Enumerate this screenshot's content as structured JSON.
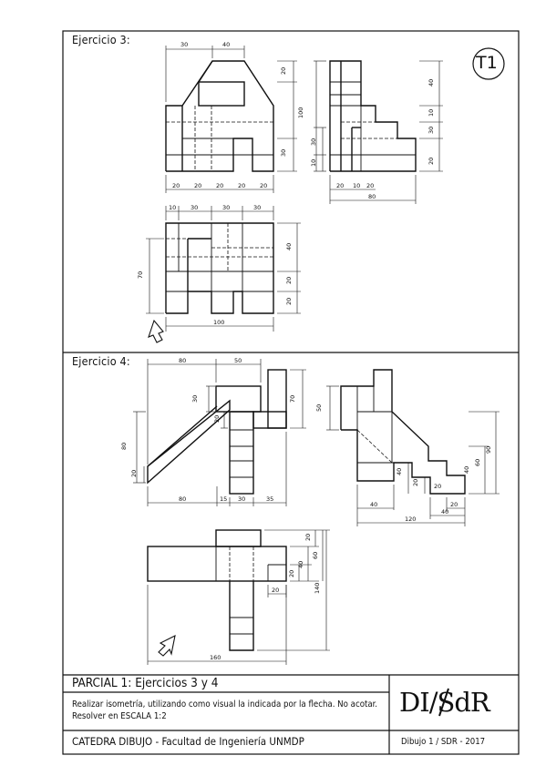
{
  "sheet_badge": "T1",
  "ex3": {
    "label": "Ejercicio 3:",
    "front_dims": {
      "top": [
        "30",
        "40"
      ],
      "right": [
        "20",
        "30"
      ],
      "bottom": [
        "20",
        "20",
        "20",
        "20",
        "20"
      ]
    },
    "side_dims": {
      "right": [
        "40",
        "10",
        "30",
        "20"
      ],
      "left": [
        "100",
        "30",
        "10"
      ],
      "bottom": [
        "20",
        "10",
        "20"
      ],
      "total": "80"
    },
    "top_dims": {
      "top": [
        "10",
        "30",
        "30",
        "30"
      ],
      "right": [
        "40",
        "20",
        "20"
      ],
      "left": "70",
      "bottom": "100"
    }
  },
  "ex4": {
    "label": "Ejercicio 4:",
    "front_dims": {
      "top": [
        "80",
        "50"
      ],
      "inner": [
        "30",
        "20",
        "20"
      ],
      "right": "70",
      "left": "80",
      "bottom": [
        "80",
        "15",
        "30",
        "35"
      ]
    },
    "side_dims": {
      "left": "50",
      "inner": [
        "40",
        "20",
        "20",
        "40",
        "60"
      ],
      "right": "90",
      "bottom": [
        "40",
        "20",
        "40"
      ],
      "total": "120"
    },
    "top_dims": {
      "right": [
        "20",
        "40",
        "60",
        "140"
      ],
      "inner": [
        "20",
        "20"
      ],
      "bottom": "160"
    }
  },
  "title_block": {
    "title": "PARCIAL 1: Ejercicios 3 y 4",
    "instructions": "Realizar isometría, utilizando como visual la indicada por la flecha. No acotar. Resolver en ESCALA 1:2",
    "department": "CATEDRA DIBUJO - Facultad de Ingeniería UNMDP",
    "logo": "DI/SdR",
    "sheet_ref": "Dibujo 1 / SDR - 2017"
  },
  "colors": {
    "ink": "#111111",
    "paper": "#ffffff"
  }
}
